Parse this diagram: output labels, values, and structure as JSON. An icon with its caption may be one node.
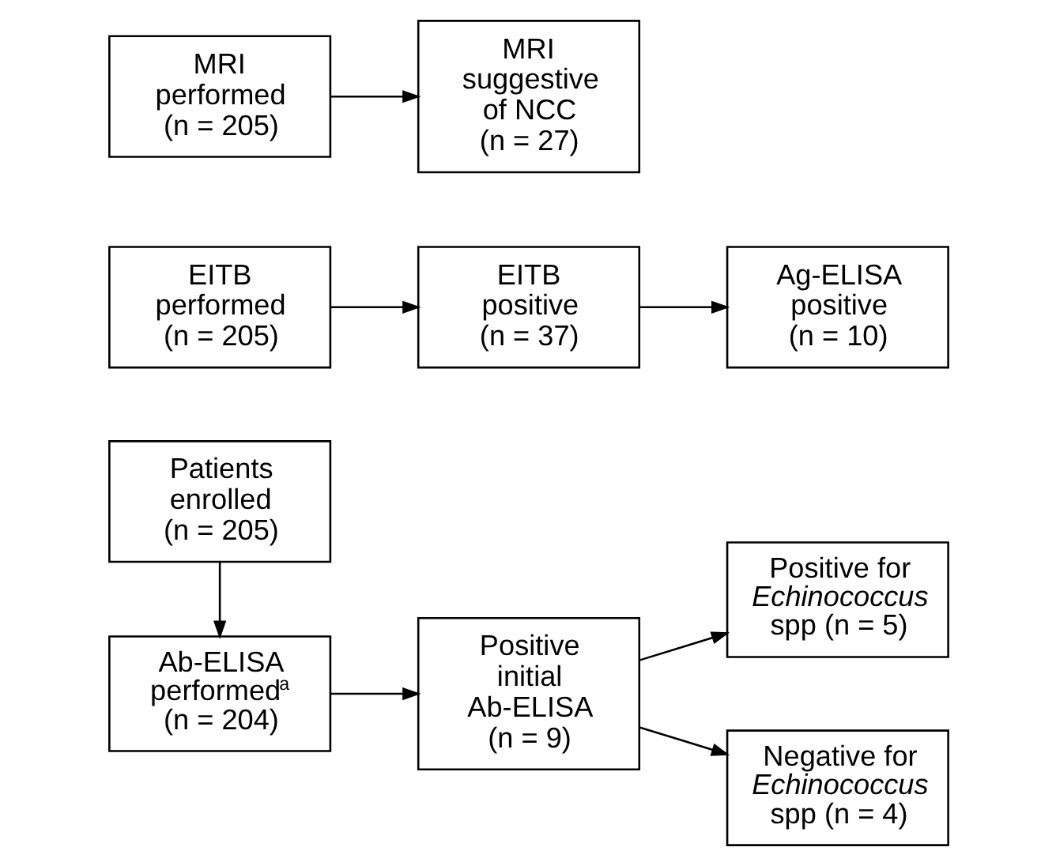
{
  "diagram": {
    "nodes": [
      {
        "text": [
          "Patients enrolled (n = 205)"
        ]
      },
      {
        "text": [
          "Ab-ELISA performed$^{a}$ (n = 204)"
        ]
      },
      {
        "text": [
          "Positive initial Ab-ELISA (n = 9)"
        ]
      },
      {
        "text": [
          "Positive for *Echinococcus* spp (n = 5)"
        ]
      },
      {
        "text": [
          "Negative for *Echinococcus* spp (n = 4)"
        ]
      },
      {
        "text": [
          "EITB performed (n = 205)"
        ]
      },
      {
        "text": [
          "EITB positive (n = 37)"
        ]
      },
      {
        "text": [
          "Ag-ELISA positive (n = 10)"
        ]
      },
      {
        "text": [
          "MRI performed (n = 205)"
        ]
      },
      {
        "text": [
          "MRI suggestive of NCC (n = 27)"
        ]
      }
    ],
    "edges": [
      {
        "from": 0,
        "to": 1,
        "arrow": "to"
      },
      {
        "from": 1,
        "to": 2,
        "arrow": "to"
      },
      {
        "from": 2,
        "to": 3,
        "arrow": "to"
      },
      {
        "from": 2,
        "to": 4,
        "arrow": "to"
      },
      {
        "from": 5,
        "to": 6,
        "arrow": "to"
      },
      {
        "from": 6,
        "to": 7,
        "arrow": "to"
      },
      {
        "from": 8,
        "to": 9,
        "arrow": "to"
      }
    ]
  }
}
